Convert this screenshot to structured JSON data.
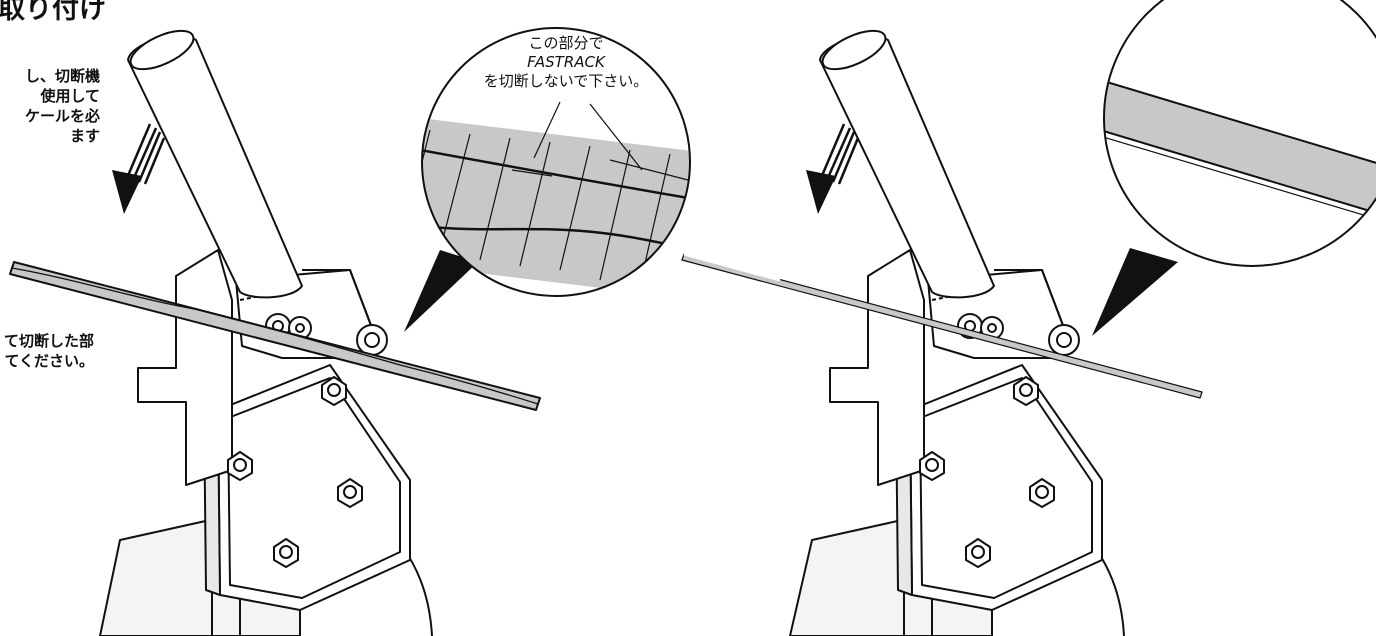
{
  "title": "取り付け",
  "note_top": [
    "し、切断機",
    "使用して",
    "ケールを必",
    "ます"
  ],
  "note_bottom": [
    "て切断した部",
    "てください。"
  ],
  "callout": [
    "この部分で",
    "FASTRACK",
    "を切断しないで下さい。"
  ],
  "colors": {
    "line": "#111111",
    "grey_fill": "#c8c8c8",
    "light_grey": "#e6e6e6",
    "background": "#ffffff"
  }
}
